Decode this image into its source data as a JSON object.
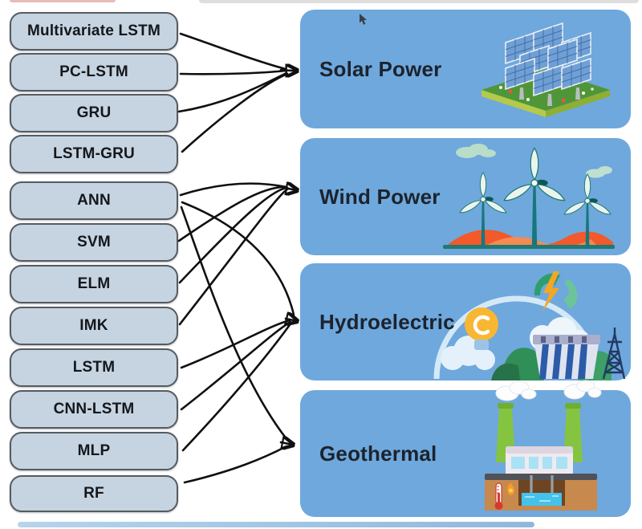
{
  "models": [
    {
      "label": "Multivariate LSTM"
    },
    {
      "label": "PC-LSTM"
    },
    {
      "label": "GRU"
    },
    {
      "label": "LSTM-GRU"
    },
    {
      "label": "ANN"
    },
    {
      "label": "SVM"
    },
    {
      "label": "ELM"
    },
    {
      "label": "IMK"
    },
    {
      "label": "LSTM"
    },
    {
      "label": "CNN-LSTM"
    },
    {
      "label": "MLP"
    },
    {
      "label": "RF"
    }
  ],
  "targets": [
    {
      "label": "Solar Power",
      "illustration": "solar-panel-farm"
    },
    {
      "label": "Wind Power",
      "illustration": "wind-turbines"
    },
    {
      "label": "Hydroelectric",
      "illustration": "hydro-dam-bulb-energy"
    },
    {
      "label": "Geothermal",
      "illustration": "geothermal-plant-underground"
    }
  ],
  "edges": [
    {
      "from": "Multivariate LSTM",
      "to": "Solar Power"
    },
    {
      "from": "PC-LSTM",
      "to": "Solar Power"
    },
    {
      "from": "GRU",
      "to": "Solar Power"
    },
    {
      "from": "LSTM-GRU",
      "to": "Solar Power"
    },
    {
      "from": "ANN",
      "to": "Wind Power"
    },
    {
      "from": "SVM",
      "to": "Wind Power"
    },
    {
      "from": "ELM",
      "to": "Wind Power"
    },
    {
      "from": "IMK",
      "to": "Wind Power"
    },
    {
      "from": "ANN",
      "to": "Hydroelectric"
    },
    {
      "from": "LSTM",
      "to": "Hydroelectric"
    },
    {
      "from": "CNN-LSTM",
      "to": "Hydroelectric"
    },
    {
      "from": "MLP",
      "to": "Hydroelectric"
    },
    {
      "from": "ANN",
      "to": "Geothermal"
    },
    {
      "from": "RF",
      "to": "Geothermal"
    }
  ],
  "colors": {
    "model_box_fill": "#c6d4e1",
    "model_box_border": "#565b61",
    "panel_fill": "#6fa8dc",
    "edge_stroke": "#101010",
    "text": "#14171b",
    "background": "#ffffff",
    "bottom_strip": "#a9cbe7"
  }
}
